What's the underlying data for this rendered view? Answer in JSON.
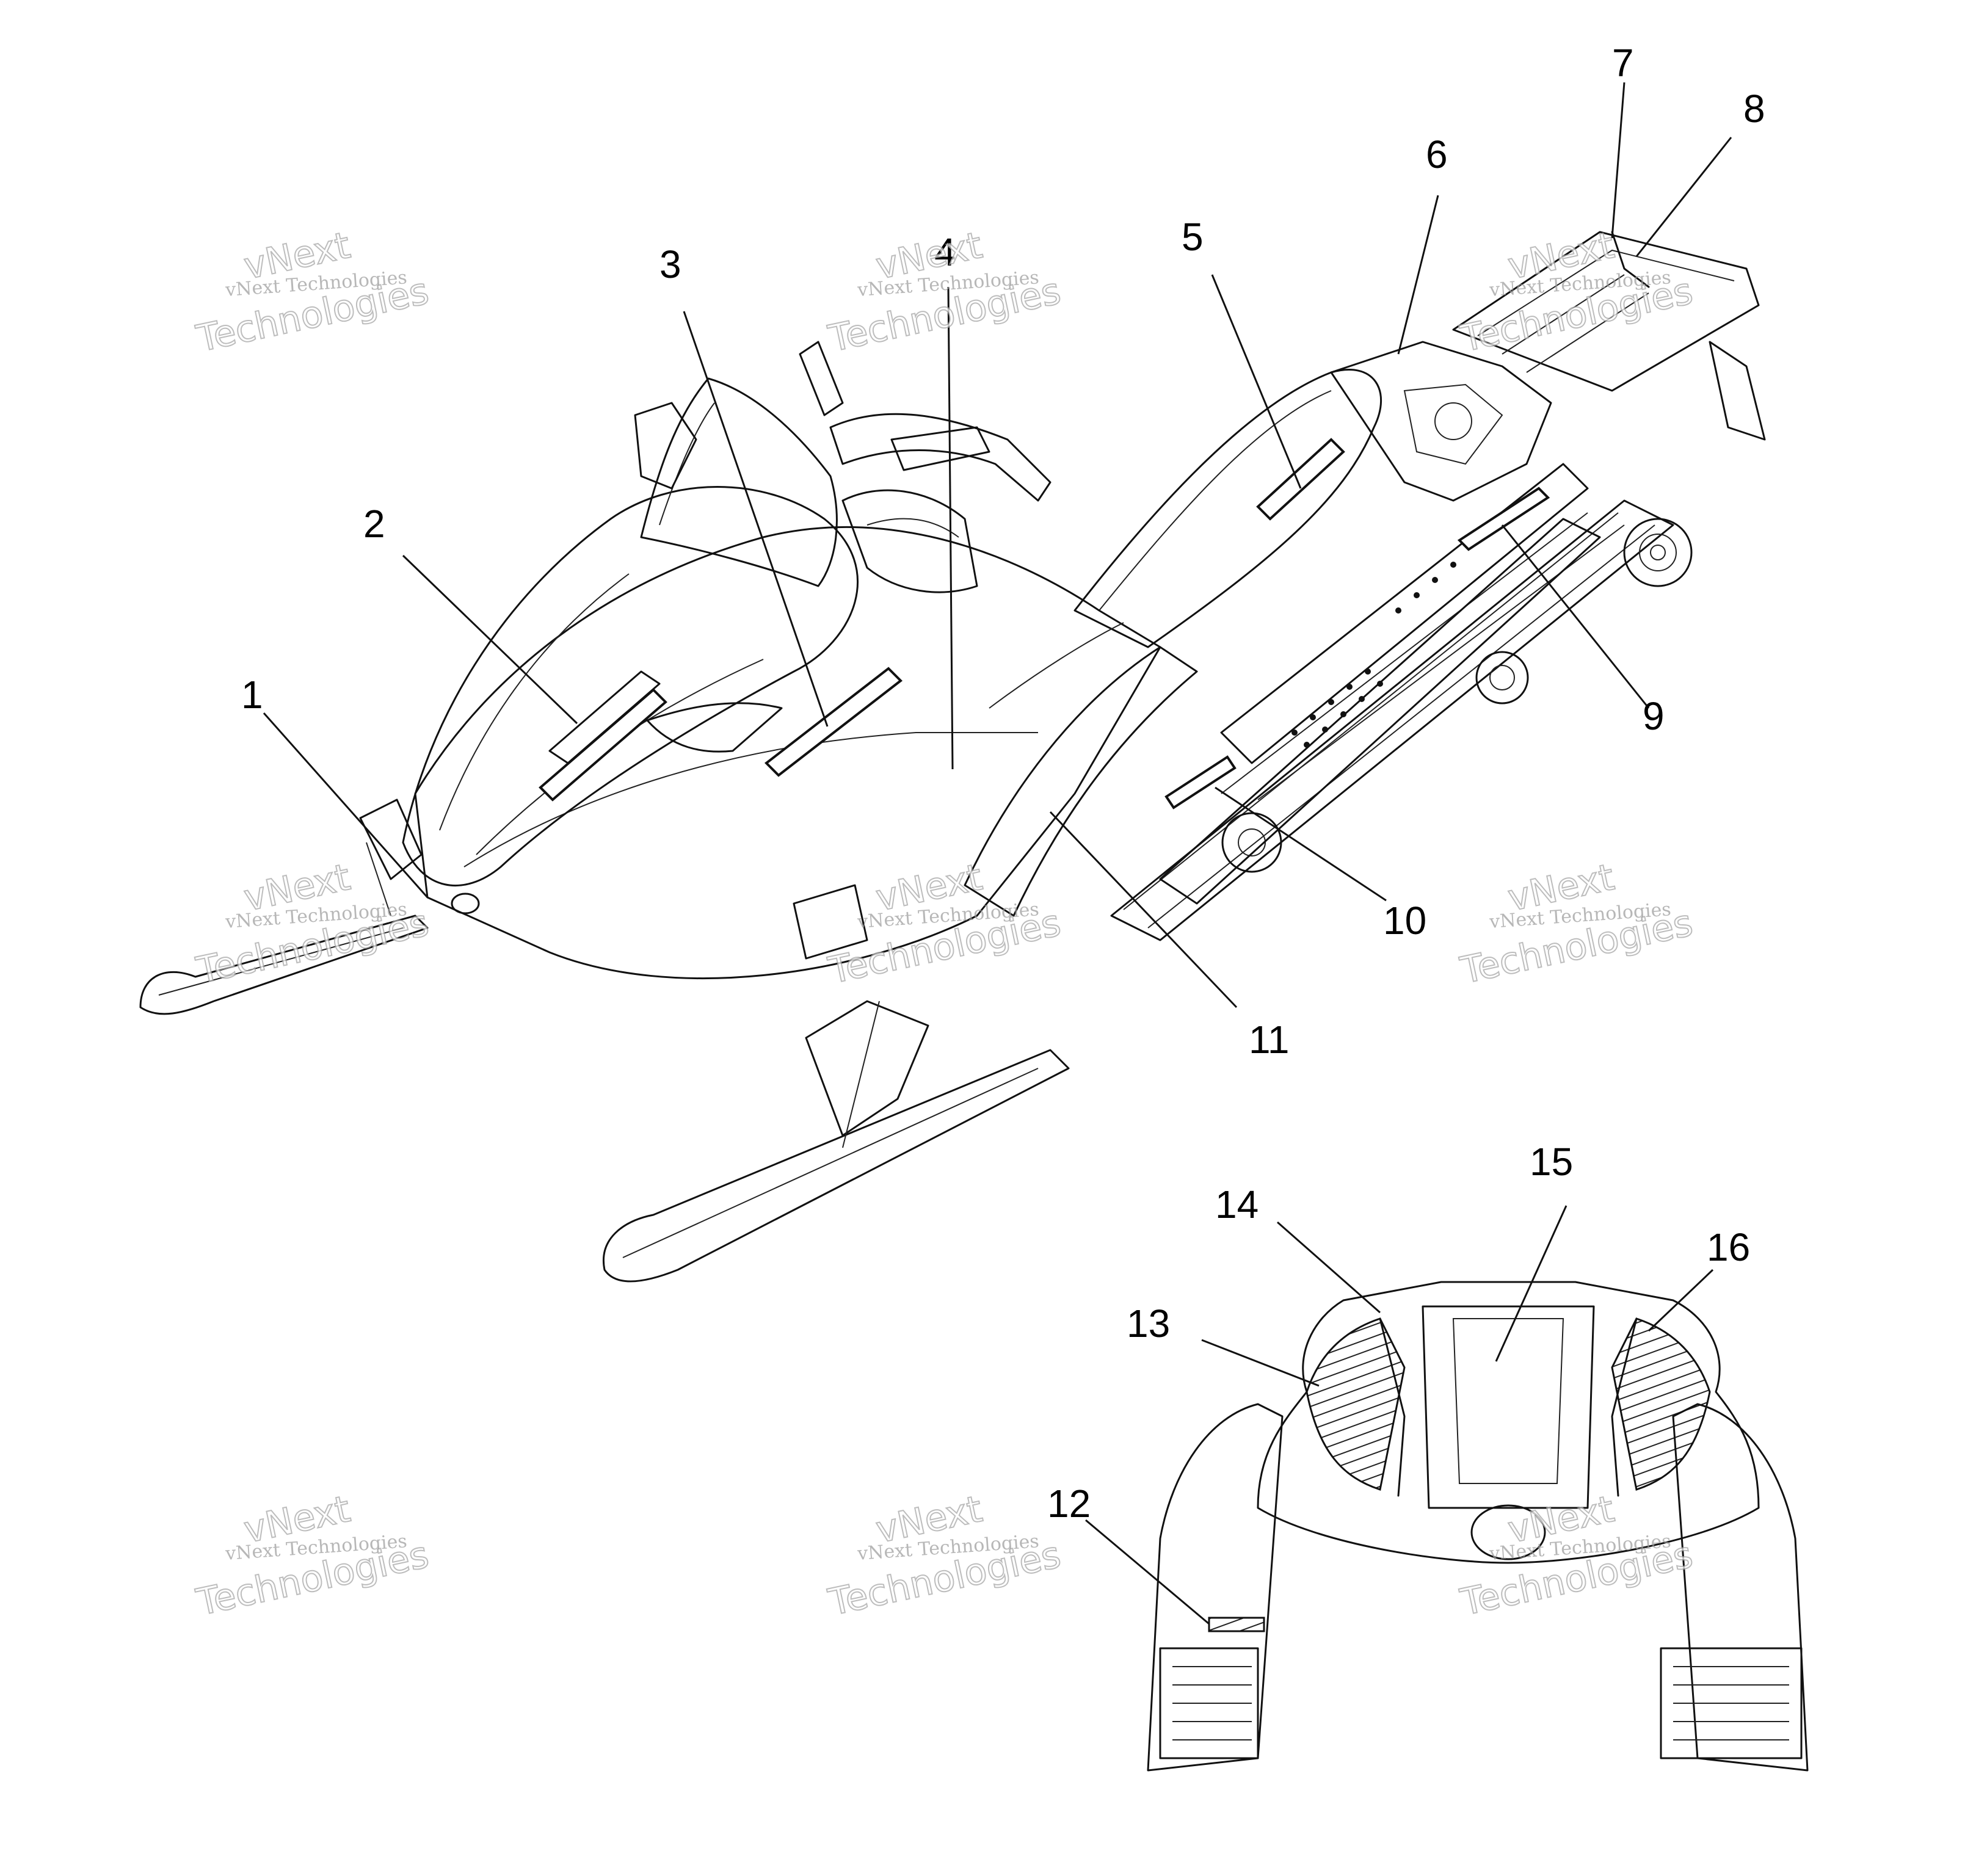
{
  "callouts": [
    {
      "id": "callout-1",
      "label": "1"
    },
    {
      "id": "callout-2",
      "label": "2"
    },
    {
      "id": "callout-3",
      "label": "3"
    },
    {
      "id": "callout-4",
      "label": "4"
    },
    {
      "id": "callout-5",
      "label": "5"
    },
    {
      "id": "callout-6",
      "label": "6"
    },
    {
      "id": "callout-7",
      "label": "7"
    },
    {
      "id": "callout-8",
      "label": "8"
    },
    {
      "id": "callout-9",
      "label": "9"
    },
    {
      "id": "callout-10",
      "label": "10"
    },
    {
      "id": "callout-11",
      "label": "11"
    },
    {
      "id": "callout-12",
      "label": "12"
    },
    {
      "id": "callout-13",
      "label": "13"
    },
    {
      "id": "callout-14",
      "label": "14"
    },
    {
      "id": "callout-15",
      "label": "15"
    },
    {
      "id": "callout-16",
      "label": "16"
    }
  ],
  "watermark": {
    "line1": "vNext Technologies",
    "line2": "vNext",
    "line3": "Technologies"
  },
  "colors": {
    "line": "#111111",
    "watermark": "#9a9a9a",
    "background": "#ffffff"
  }
}
